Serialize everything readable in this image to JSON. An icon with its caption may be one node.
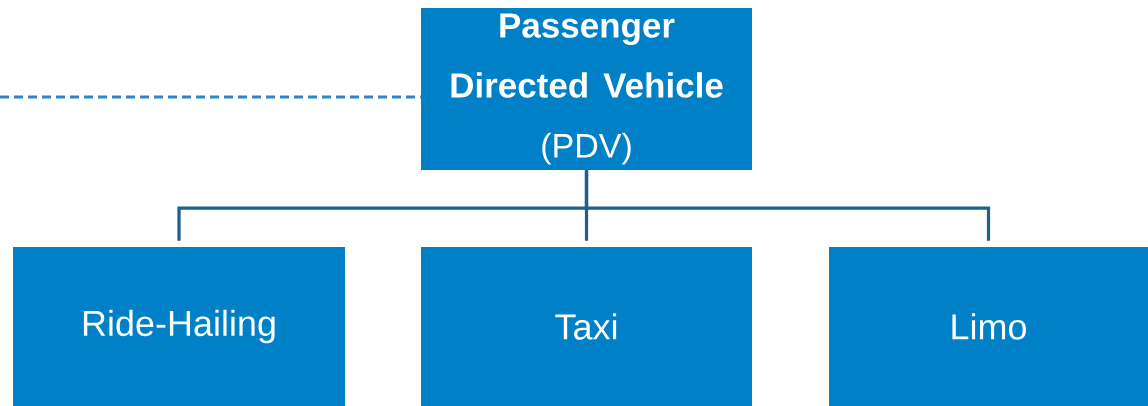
{
  "diagram": {
    "nodes": [
      {
        "text": [
          "Passenger Directed Vehicle",
          "(PDV)"
        ]
      },
      {
        "text": [
          "Ride-Hailing"
        ]
      },
      {
        "text": [
          "Taxi"
        ]
      },
      {
        "text": [
          "Limo"
        ]
      }
    ],
    "edges": [
      {
        "from": null,
        "to": 0,
        "arrow": "none",
        "style": "dashed",
        "color": "#2e86c8"
      },
      {
        "from": 0,
        "to": 1,
        "arrow": "none"
      },
      {
        "from": 0,
        "to": 2,
        "arrow": "none"
      },
      {
        "from": 0,
        "to": 3,
        "arrow": "none"
      }
    ]
  }
}
